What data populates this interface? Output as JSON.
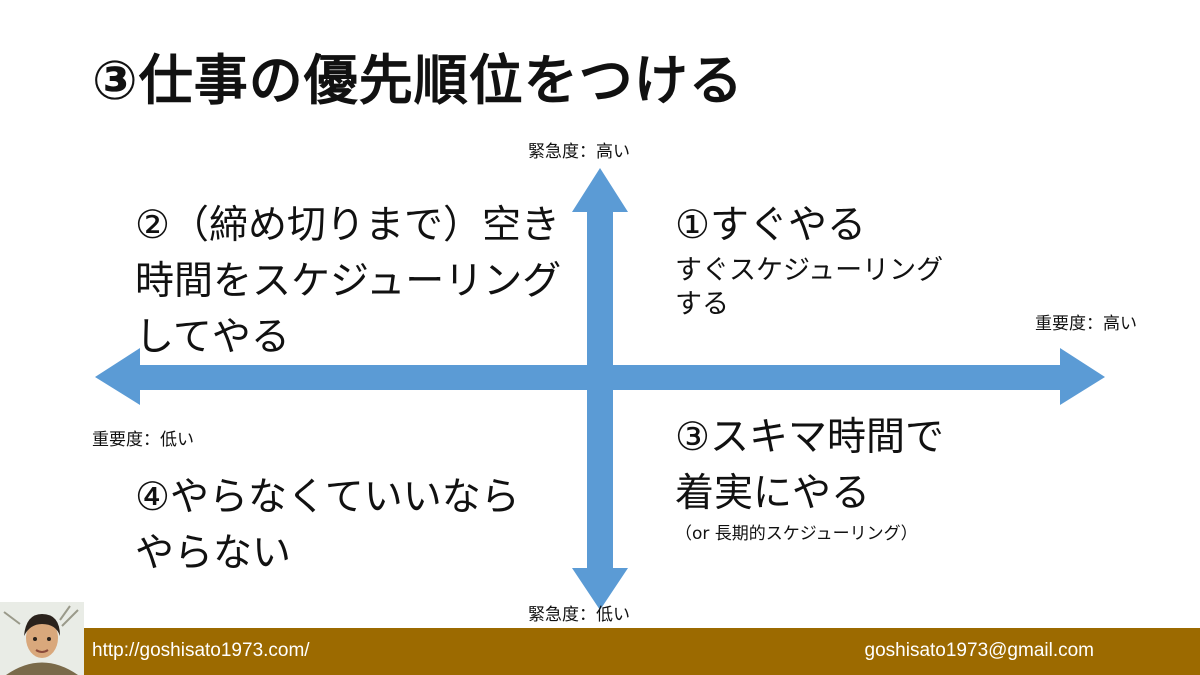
{
  "title": "③仕事の優先順位をつける",
  "axis": {
    "urgency_high": "緊急度：高い",
    "urgency_low": "緊急度：低い",
    "importance_high": "重要度：高い",
    "importance_low": "重要度：低い"
  },
  "quadrants": {
    "q1": {
      "line1": "①すぐやる",
      "line2": "すぐスケジューリング",
      "line3": "する"
    },
    "q2": {
      "line1": "②（締め切りまで）空き",
      "line2": "時間をスケジューリング",
      "line3": "してやる"
    },
    "q3": {
      "line1": "③スキマ時間で",
      "line2": "着実にやる",
      "line3": "（or 長期的スケジューリング）"
    },
    "q4": {
      "line1": "④やらなくていいなら",
      "line2": "やらない"
    }
  },
  "footer": {
    "url": "http://goshisato1973.com/",
    "email": "goshisato1973@gmail.com"
  },
  "colors": {
    "arrow": "#5b9bd5",
    "footer_bg": "#9c6a00",
    "footer_text": "#ffffff"
  }
}
